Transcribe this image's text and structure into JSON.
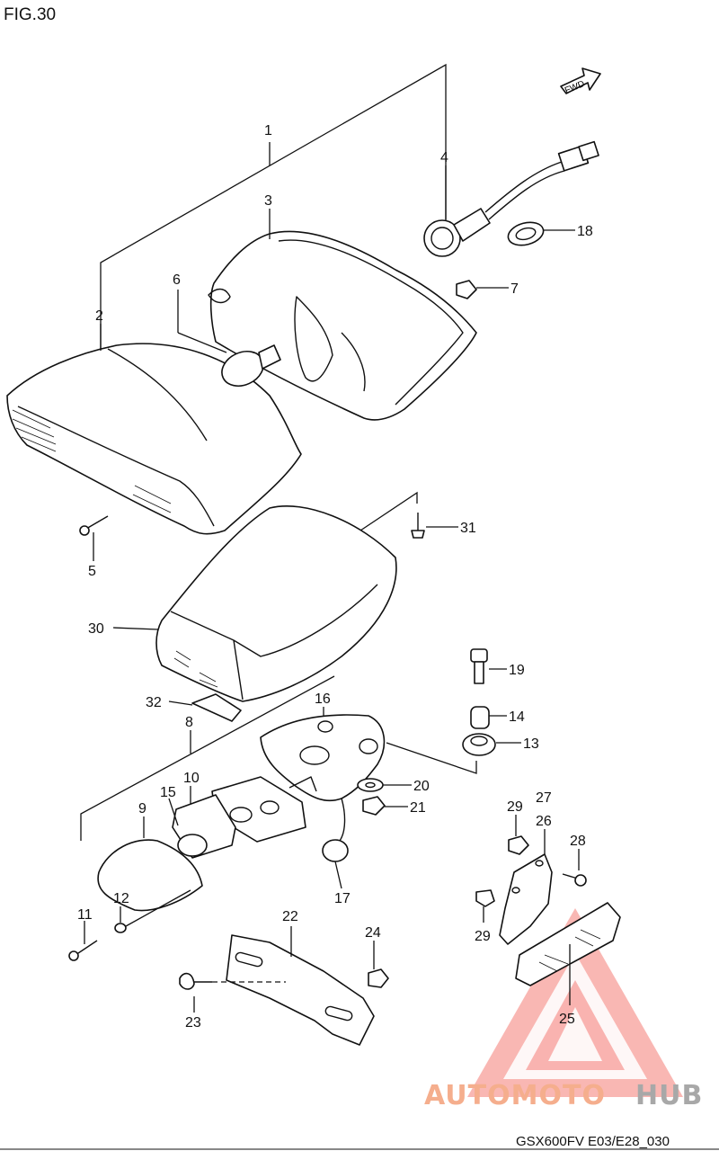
{
  "figure_label": "FIG.30",
  "model_code": "GSX600FV E03/E28_030",
  "direction_label": "FWD",
  "watermark": {
    "part1": "AUTOMOTO",
    "part2": "HUB",
    "color1": "#f4a07a",
    "color2": "#9a9a9a",
    "triangle_color": "#f2655c"
  },
  "callouts": [
    "1",
    "2",
    "3",
    "4",
    "5",
    "6",
    "7",
    "8",
    "9",
    "10",
    "11",
    "12",
    "13",
    "14",
    "15",
    "16",
    "17",
    "18",
    "19",
    "20",
    "21",
    "22",
    "23",
    "24",
    "25",
    "26",
    "27",
    "28",
    "29",
    "29",
    "30",
    "31",
    "32"
  ]
}
